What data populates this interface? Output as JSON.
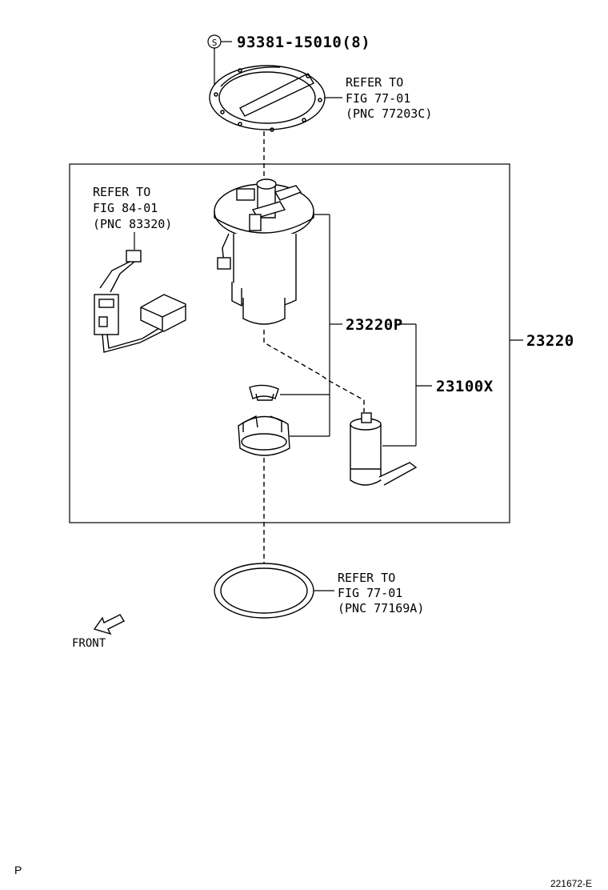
{
  "labels": {
    "screw_symbol": "S",
    "screw_part": "93381-15010(8)",
    "refer_top": {
      "line1": "REFER TO",
      "line2": "FIG 77-01",
      "line3": "(PNC 77203C)"
    },
    "refer_left": {
      "line1": "REFER TO",
      "line2": "FIG 84-01",
      "line3": "(PNC 83320)"
    },
    "refer_bottom": {
      "line1": "REFER TO",
      "line2": "FIG 77-01",
      "line3": "(PNC 77169A)"
    },
    "part_23220P": "23220P",
    "part_23100X": "23100X",
    "part_23220": "23220",
    "front": "FRONT",
    "corner_left": "P",
    "corner_right": "221672-E"
  }
}
